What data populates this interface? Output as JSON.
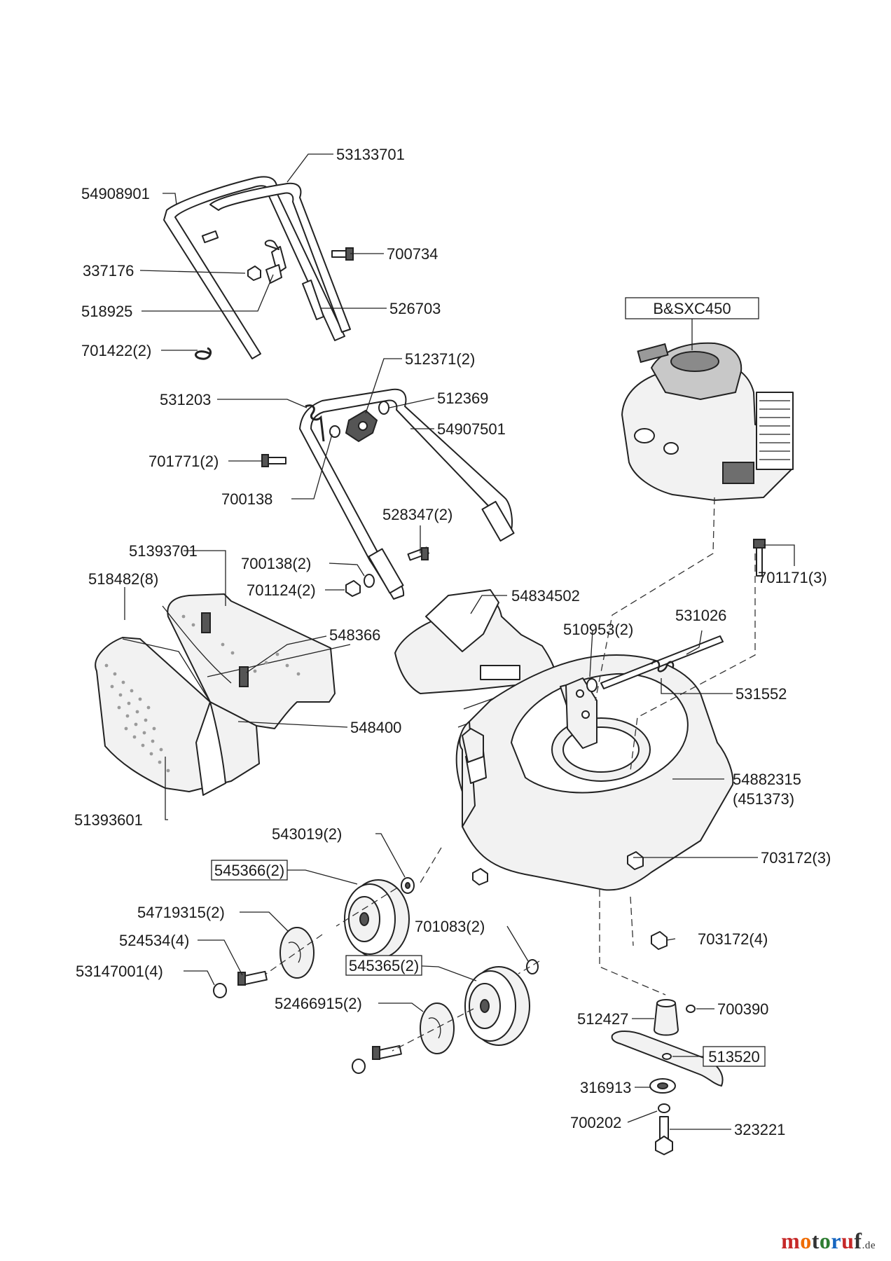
{
  "engine_label": "B&SXC450",
  "parts": {
    "p53133701": "53133701",
    "p54908901": "54908901",
    "p337176": "337176",
    "p700734": "700734",
    "p518925": "518925",
    "p526703": "526703",
    "p701422": "701422(2)",
    "p512371": "512371(2)",
    "p531203": "531203",
    "p512369": "512369",
    "p54907501": "54907501",
    "p701771": "701771(2)",
    "p700138": "700138",
    "p528347": "528347(2)",
    "p51393701": "51393701",
    "p518482": "518482(8)",
    "p700138b": "700138(2)",
    "p701124": "701124(2)",
    "p701171": "701171(3)",
    "p54834502": "54834502",
    "p548366": "548366",
    "p531026": "531026",
    "p510953": "510953(2)",
    "p531552": "531552",
    "p548400": "548400",
    "p54882315": "54882315",
    "p451373": "(451373)",
    "p51393601": "51393601",
    "p543019": "543019(2)",
    "p703172a": "703172(3)",
    "p545366": "545366(2)",
    "p54719315": "54719315(2)",
    "p524534": "524534(4)",
    "p703172b": "703172(4)",
    "p701083": "701083(2)",
    "p53147001": "53147001(4)",
    "p545365": "545365(2)",
    "p24466915": "52466915(2)",
    "p512427": "512427",
    "p700390": "700390",
    "p513520": "513520",
    "p316913": "316913",
    "p700202": "700202",
    "p323221": "323221"
  },
  "brand": {
    "name": "motoruf",
    "tld": ".de"
  },
  "colors": {
    "brand_red": "#c62828",
    "brand_blue": "#1565c0",
    "brand_green": "#2e7d32",
    "brand_orange": "#ef6c00",
    "brand_dark": "#333333"
  }
}
